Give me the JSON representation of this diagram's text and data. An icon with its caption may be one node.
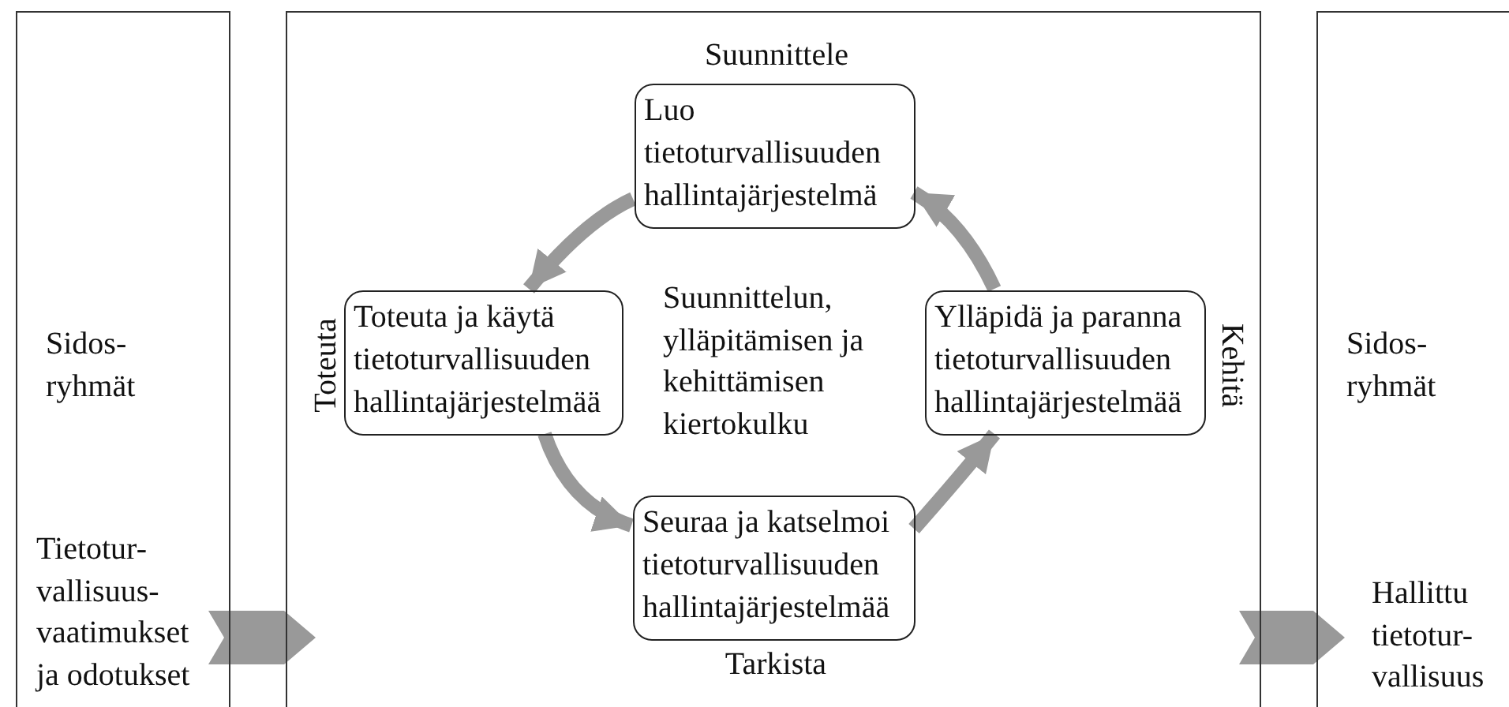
{
  "diagram": {
    "nodes": [
      {
        "text": [
          "Sidos- ryhmät"
        ]
      },
      {
        "text": [
          "Tietotur- vallisuus- vaatimukset ja odotukset"
        ],
        "in": 0
      },
      {
        "text": [],
        "shape": "box"
      },
      {
        "text": [
          "Luo tietoturvallisuuden hallintajärjestelmä"
        ],
        "in": 2,
        "beside": [
          "Suunnittele"
        ]
      },
      {
        "text": [
          "Toteuta ja käytä tietoturvallisuuden hallintajärjestelmää"
        ],
        "in": 2,
        "beside": [
          "Toteuta"
        ]
      },
      {
        "text": [
          "Seuraa ja katselmoi tietoturvallisuuden hallintajärjestelmää"
        ],
        "in": 2,
        "beside": [
          "Tarkista"
        ]
      },
      {
        "text": [
          "Ylläpidä ja paranna tietoturvallisuuden hallintajärjestelmää"
        ],
        "in": 2,
        "beside": [
          "Kehitä"
        ]
      },
      {
        "text": [
          "Sidos- ryhmät"
        ]
      },
      {
        "text": [
          "Hallittu tietotur- vallisuus"
        ],
        "in": 7
      }
    ],
    "edges": [
      {
        "from": 1,
        "to": 2,
        "arrow": "to"
      },
      {
        "from": 3,
        "to": 4,
        "arrow": "to"
      },
      {
        "from": 4,
        "to": 5,
        "arrow": "to"
      },
      {
        "from": 5,
        "to": 6,
        "arrow": "to"
      },
      {
        "from": 6,
        "to": 3,
        "arrow": "to"
      },
      {
        "from": 2,
        "to": 8,
        "arrow": "to"
      }
    ],
    "labels": [
      "Suunnittelun, ylläpitämisen ja kehittämisen kiertokulku"
    ]
  }
}
